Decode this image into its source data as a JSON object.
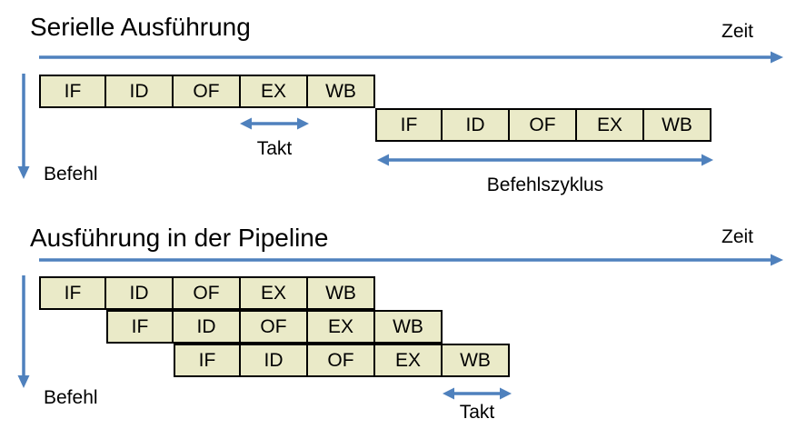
{
  "colors": {
    "accent": "#4F81BD",
    "box_fill": "#EAEAC8",
    "box_border": "#000000",
    "text": "#000000"
  },
  "serial_section": {
    "title": "Serielle Ausführung",
    "time_label": "Zeit",
    "instruction_label": "Befehl",
    "clock_label": "Takt",
    "cycle_label": "Befehlszyklus",
    "rows": [
      [
        "IF",
        "ID",
        "OF",
        "EX",
        "WB"
      ],
      [
        "IF",
        "ID",
        "OF",
        "EX",
        "WB"
      ]
    ]
  },
  "pipeline_section": {
    "title": "Ausführung in der Pipeline",
    "time_label": "Zeit",
    "instruction_label": "Befehl",
    "clock_label": "Takt",
    "rows": [
      [
        "IF",
        "ID",
        "OF",
        "EX",
        "WB"
      ],
      [
        "IF",
        "ID",
        "OF",
        "EX",
        "WB"
      ],
      [
        "IF",
        "ID",
        "OF",
        "EX",
        "WB"
      ]
    ]
  }
}
